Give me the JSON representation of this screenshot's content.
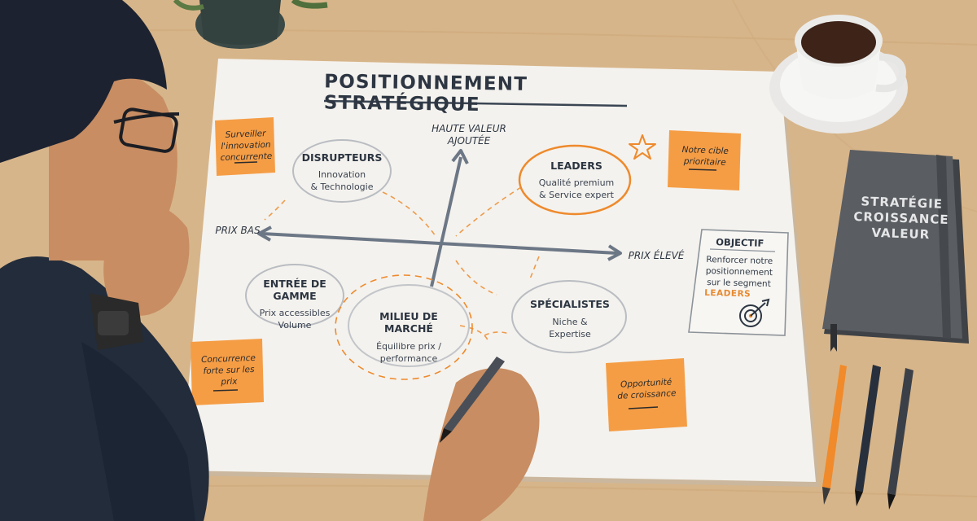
{
  "board": {
    "title": "POSITIONNEMENT STRATÉGIQUE",
    "axes": {
      "top": [
        "HAUTE VALEUR",
        "AJOUTÉE"
      ],
      "left": "PRIX BAS",
      "right": "PRIX ÉLEVÉ"
    },
    "segments": [
      {
        "name": "DISRUPTEURS",
        "desc": [
          "Innovation",
          "& Technologie"
        ]
      },
      {
        "name": "LEADERS",
        "desc": [
          "Qualité premium",
          "& Service expert"
        ]
      },
      {
        "name": "ENTRÉE DE GAMME",
        "desc": [
          "Prix accessibles",
          "Volume"
        ]
      },
      {
        "name": "MILIEU DE MARCHÉ",
        "desc": [
          "Équilibre prix /",
          "performance"
        ]
      },
      {
        "name": "SPÉCIALISTES",
        "desc": [
          "Niche &",
          "Expertise"
        ]
      }
    ],
    "notes": [
      {
        "lines": [
          "Surveiller",
          "l'innovation",
          "concurrente"
        ]
      },
      {
        "lines": [
          "Notre cible",
          "prioritaire"
        ]
      },
      {
        "lines": [
          "Concurrence",
          "forte sur les",
          "prix"
        ]
      },
      {
        "lines": [
          "Opportunité",
          "de croissance"
        ]
      }
    ],
    "objective": {
      "title": "OBJECTIF",
      "lines": [
        "Renforcer notre",
        "positionnement",
        "sur le segment"
      ],
      "highlight": "LEADERS"
    }
  },
  "book": {
    "lines": [
      "STRATÉGIE",
      "CROISSANCE",
      "VALEUR"
    ]
  },
  "colors": {
    "desk": "#d9b88c",
    "paper": "#f4f2ee",
    "accent_orange": "#ee8a2c",
    "sticky": "#f59d45",
    "ink": "#2d3642",
    "book": "#55585c"
  },
  "icons": [
    "star-icon",
    "target-icon",
    "coffee-cup",
    "pen-icons",
    "plant-icon"
  ]
}
